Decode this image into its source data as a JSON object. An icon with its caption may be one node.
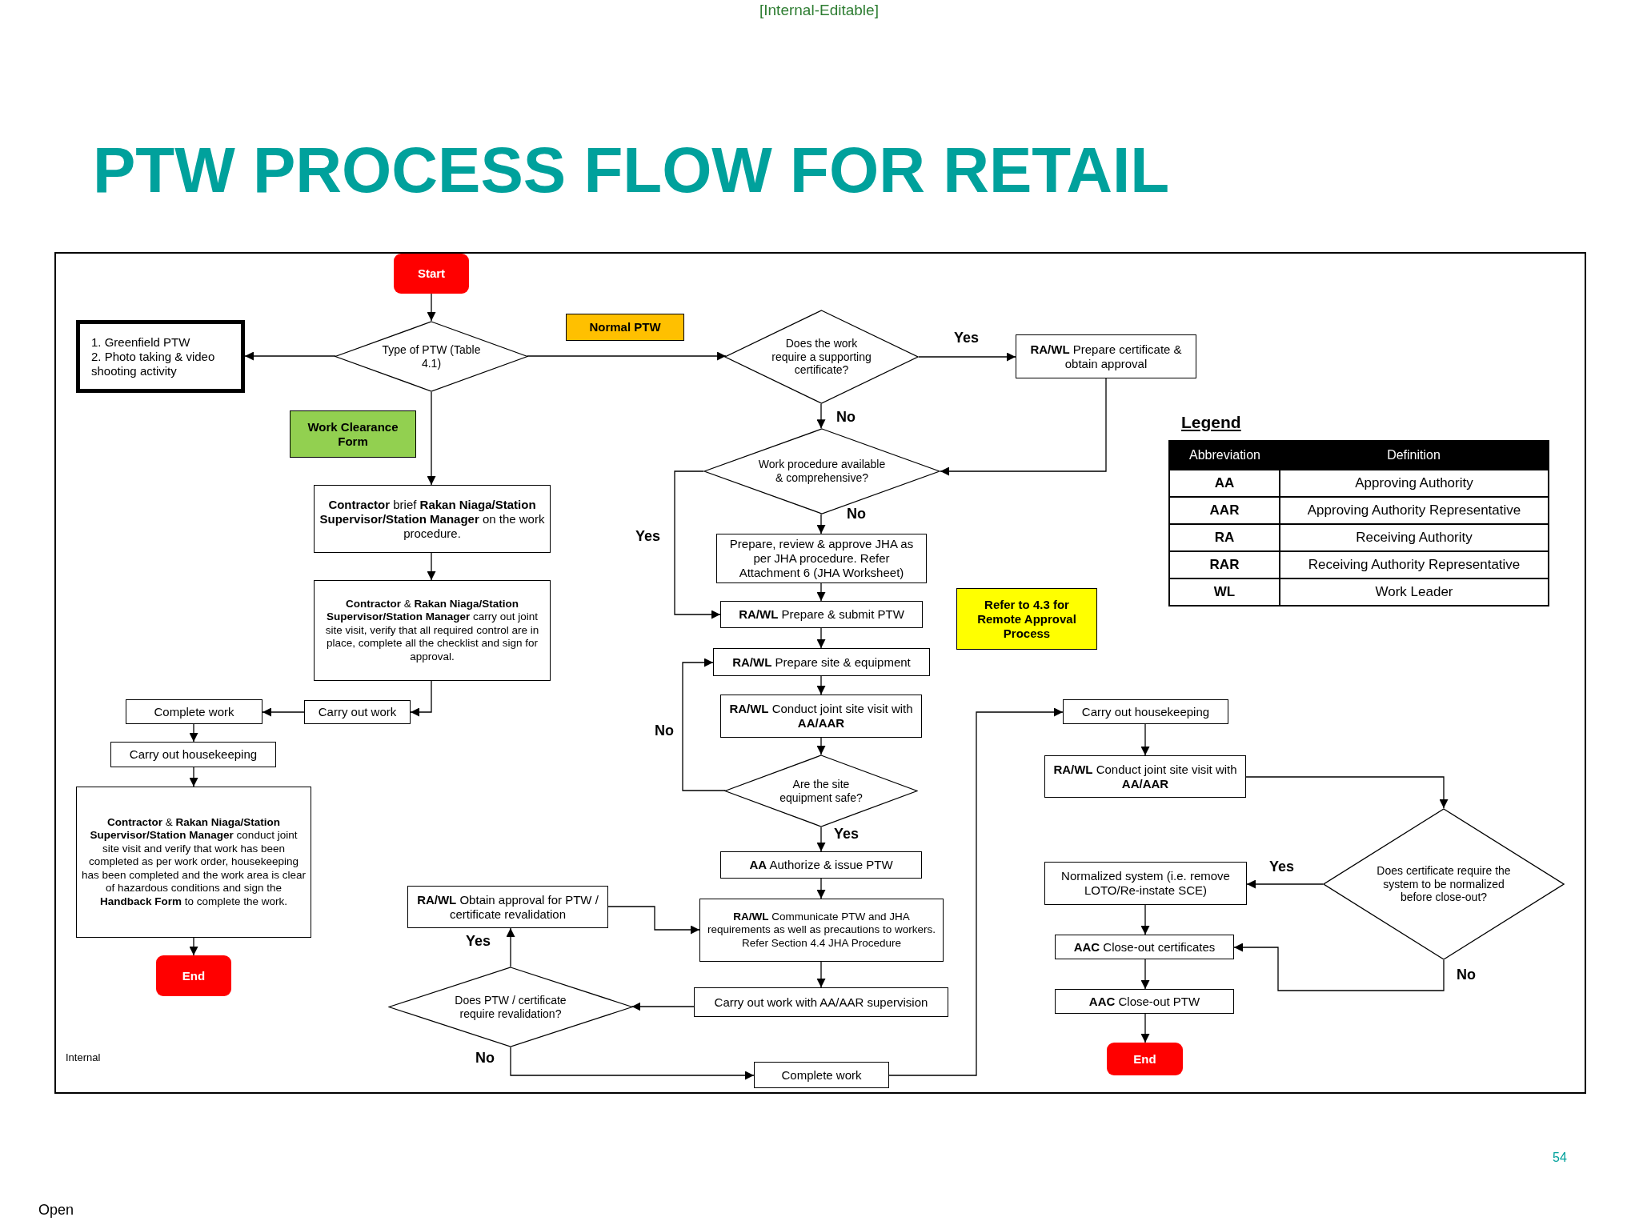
{
  "diagram": {
    "title": "PTW PROCESS FLOW FOR RETAIL",
    "nodes": [
      {
        "text": [
          "Start"
        ]
      },
      {
        "text": [
          "Type of PTW (Table 4.1)"
        ]
      },
      {
        "text": [
          "1. Greenfield PTW",
          "2. Photo taking & video shooting activity"
        ]
      },
      {
        "text": [
          "Normal PTW"
        ]
      },
      {
        "text": [
          "Work Clearance Form"
        ]
      },
      {
        "text": [
          "Does the work require a supporting certificate?"
        ]
      },
      {
        "text": [
          "**RA/WL** Prepare certificate & obtain approval"
        ]
      },
      {
        "text": [
          "Work procedure available & comprehensive?"
        ]
      },
      {
        "text": [
          "**Contractor** brief **Rakan Niaga/Station Supervisor/Station Manager** on the work procedure."
        ]
      },
      {
        "text": [
          "**Contractor** & **Rakan Niaga/Station Supervisor/Station Manager** carry out joint site visit, verify that all required control are in place, complete all the checklist and sign for approval."
        ]
      },
      {
        "text": [
          "Prepare, review & approve JHA as per JHA procedure. Refer Attachment 6 (JHA Worksheet)"
        ]
      },
      {
        "text": [
          "**RA/WL** Prepare & submit PTW"
        ]
      },
      {
        "text": [
          "Refer to 4.3 for Remote Approval Process"
        ]
      },
      {
        "text": [
          "**RA/WL** Prepare site & equipment"
        ]
      },
      {
        "text": [
          "Complete work"
        ]
      },
      {
        "text": [
          "Carry out work"
        ]
      },
      {
        "text": [
          "Carry out housekeeping"
        ]
      },
      {
        "text": [
          "**RA/WL** Conduct joint site visit with **AA/AAR**"
        ]
      },
      {
        "text": [
          "Are the site equipment safe?"
        ]
      },
      {
        "text": [
          "**Contractor** & **Rakan Niaga/Station Supervisor/Station Manager** conduct joint site visit and verify that work has been completed as per work order, housekeeping has been completed and the work area is clear of hazardous conditions and sign the **Handback Form** to complete the work."
        ]
      },
      {
        "text": [
          "**AA** Authorize & issue PTW"
        ]
      },
      {
        "text": [
          "**RA/WL** Obtain approval for PTW / certificate revalidation"
        ]
      },
      {
        "text": [
          "**RA/WL** Communicate PTW and JHA requirements as well as precautions to workers. Refer Section 4.4 JHA Procedure"
        ]
      },
      {
        "text": [
          "End"
        ]
      },
      {
        "text": [
          "Does PTW / certificate require revalidation?"
        ]
      },
      {
        "text": [
          "Carry out work with AA/AAR supervision"
        ]
      },
      {
        "text": [
          "Complete work"
        ]
      },
      {
        "text": [
          "Carry out housekeeping"
        ]
      },
      {
        "text": [
          "**RA/WL** Conduct joint site visit with **AA/AAR**"
        ]
      },
      {
        "text": [
          "Does certificate require the system to be normalized before close-out?"
        ]
      },
      {
        "text": [
          "Normalized system (i.e. remove LOTO/Re-instate SCE)"
        ]
      },
      {
        "text": [
          "**AAC** Close-out certificates"
        ]
      },
      {
        "text": [
          "**AAC** Close-out PTW"
        ]
      },
      {
        "text": [
          "End"
        ]
      }
    ],
    "edges": [
      {
        "from": 0,
        "to": 1,
        "arrow": "to"
      },
      {
        "from": 1,
        "to": 2,
        "arrow": "to"
      },
      {
        "from": 1,
        "to": 5,
        "arrow": "to"
      },
      {
        "from": 1,
        "to": 8,
        "arrow": "to"
      },
      {
        "from": 8,
        "to": 9,
        "arrow": "to"
      },
      {
        "from": 9,
        "to": 15,
        "arrow": "to"
      },
      {
        "from": 15,
        "to": 14,
        "arrow": "to"
      },
      {
        "from": 14,
        "to": 16,
        "arrow": "to"
      },
      {
        "from": 16,
        "to": 19,
        "arrow": "to"
      },
      {
        "from": 19,
        "to": 23,
        "arrow": "to"
      },
      {
        "from": 5,
        "to": 6,
        "arrow": "to",
        "label": "Yes"
      },
      {
        "from": 5,
        "to": 7,
        "arrow": "to",
        "label": "No"
      },
      {
        "from": 6,
        "to": 7,
        "arrow": "to"
      },
      {
        "from": 7,
        "to": 11,
        "arrow": "to",
        "label": "Yes"
      },
      {
        "from": 7,
        "to": 10,
        "arrow": "to",
        "label": "No"
      },
      {
        "from": 10,
        "to": 11,
        "arrow": "to"
      },
      {
        "from": 11,
        "to": 13,
        "arrow": "to"
      },
      {
        "from": 13,
        "to": 17,
        "arrow": "to"
      },
      {
        "from": 17,
        "to": 18,
        "arrow": "to"
      },
      {
        "from": 18,
        "to": 13,
        "arrow": "to",
        "label": "No"
      },
      {
        "from": 18,
        "to": 20,
        "arrow": "to",
        "label": "Yes"
      },
      {
        "from": 20,
        "to": 22,
        "arrow": "to"
      },
      {
        "from": 22,
        "to": 25,
        "arrow": "to"
      },
      {
        "from": 25,
        "to": 24,
        "arrow": "to"
      },
      {
        "from": 24,
        "to": 21,
        "arrow": "to",
        "label": "Yes"
      },
      {
        "from": 21,
        "to": 22,
        "arrow": "to"
      },
      {
        "from": 24,
        "to": 26,
        "arrow": "to",
        "label": "No"
      },
      {
        "from": 26,
        "to": 27,
        "arrow": "to"
      },
      {
        "from": 27,
        "to": 28,
        "arrow": "to"
      },
      {
        "from": 28,
        "to": 29,
        "arrow": "to"
      },
      {
        "from": 29,
        "to": 30,
        "arrow": "to",
        "label": "Yes"
      },
      {
        "from": 29,
        "to": 31,
        "arrow": "to",
        "label": "No"
      },
      {
        "from": 30,
        "to": 31,
        "arrow": "to"
      },
      {
        "from": 31,
        "to": 32,
        "arrow": "to"
      },
      {
        "from": 32,
        "to": 33,
        "arrow": "to"
      }
    ],
    "labels": [
      "[Internal-Editable]",
      "Legend",
      "Abbreviation",
      "Definition",
      "AA",
      "Approving Authority",
      "AAR",
      "Approving Authority Representative",
      "RA",
      "Receiving Authority",
      "RAR",
      "Receiving Authority Representative",
      "WL",
      "Work Leader",
      "Internal",
      "Open",
      "54"
    ]
  }
}
